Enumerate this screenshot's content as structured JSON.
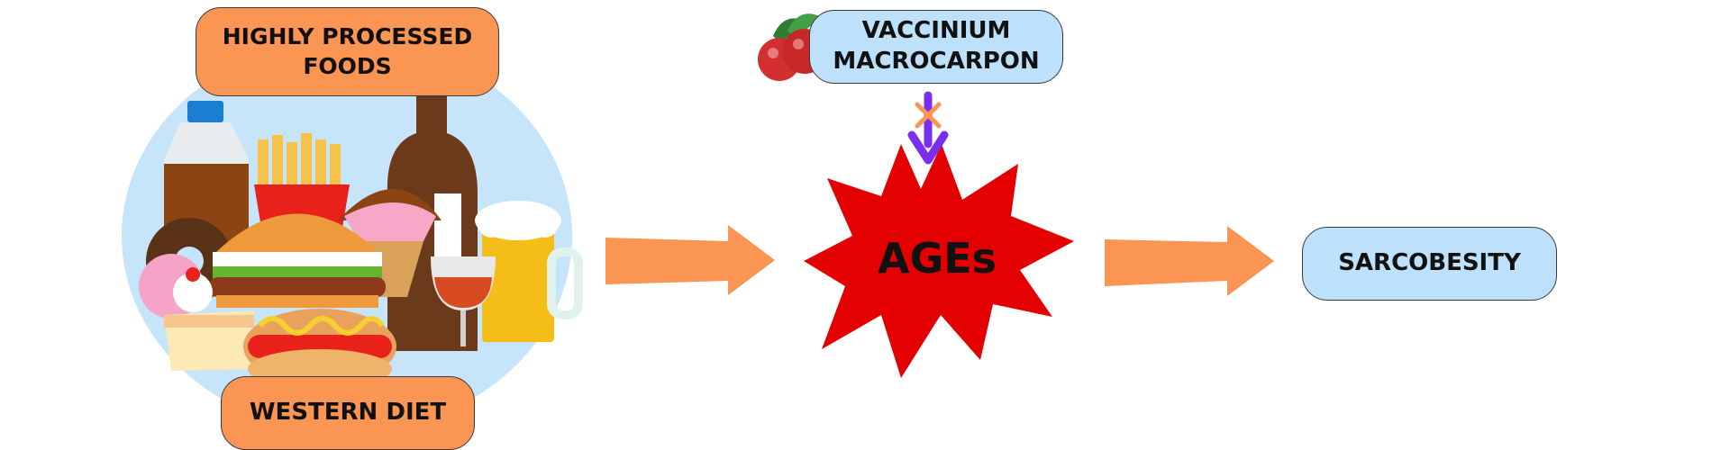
{
  "labels": {
    "processed_foods": "HIGHLY PROCESSED\nFOODS",
    "western_diet": "WESTERN DIET",
    "vaccinium": "VACCINIUM\nMACROCARPON",
    "ages": "AGEs",
    "sarcobesity": "SARCOBESITY"
  },
  "colors": {
    "orange": "#fb9553",
    "blue_box": "#bde0fb",
    "starburst": "#e30000",
    "inhibit_arrow": "#7a2ff0"
  },
  "icons": [
    "fast-food-cluster-icon",
    "cranberry-icon",
    "inhibition-x-icon"
  ]
}
